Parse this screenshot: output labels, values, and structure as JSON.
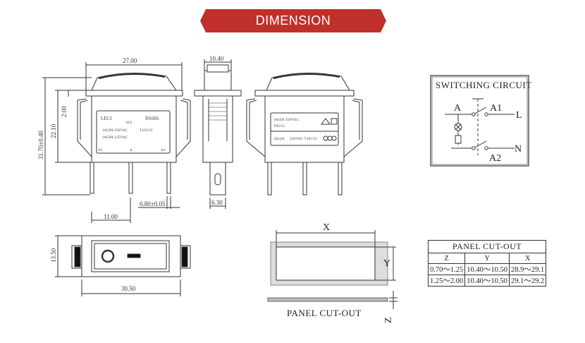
{
  "banner": {
    "title": "DIMENSION",
    "color": "#c0302a"
  },
  "front_view": {
    "width": "27.00",
    "height_overall": "31.70±0.40",
    "height_body": "22.10",
    "rocker_offset": "2.00",
    "pin_pitch": "11.00",
    "pin_thickness": "0.80±0.05",
    "label": {
      "brand": "LECI",
      "model": "RS606",
      "code": "1E4",
      "rating1": "16GPA 250VAC",
      "rating2": "16GPA 125VAC",
      "temp": "T105/55",
      "terminal_a1": "A1",
      "terminal_a": "A",
      "terminal_a2": "A2"
    }
  },
  "side_view": {
    "thickness": "10.40",
    "pin_width": "6.30"
  },
  "back_view": {
    "rating1": "16(4)A 250VAC",
    "temp1": "T85/55",
    "rating2": "16(4)A",
    "rating2b": "250VAC T105/55"
  },
  "switching_circuit": {
    "title": "SWITCHING CIRCUIT",
    "terminals": [
      "A",
      "A1",
      "L",
      "A2",
      "N"
    ]
  },
  "bottom_view": {
    "width": "30.50",
    "height": "13.50"
  },
  "panel_diagram": {
    "x_label": "X",
    "y_label": "Y",
    "z_label": "Z",
    "caption": "PANEL CUT-OUT"
  },
  "cutout_table": {
    "title": "PANEL CUT-OUT",
    "headers": [
      "Z",
      "Y",
      "X"
    ],
    "rows": [
      [
        "0.70～1.25",
        "10.40～10.50",
        "28.9～29.1"
      ],
      [
        "1.25～2.00",
        "10.40～10.50",
        "29.1～29.2"
      ]
    ]
  }
}
